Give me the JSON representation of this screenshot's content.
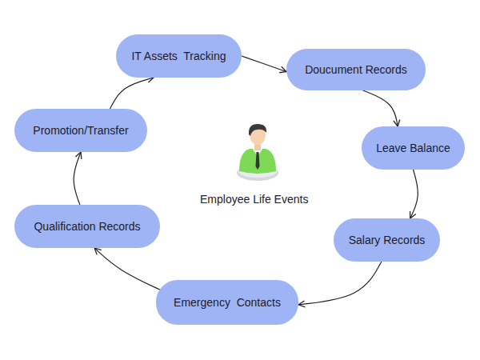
{
  "diagram": {
    "nodes": [
      {
        "text": [
          "IT Assets  Tracking"
        ]
      },
      {
        "text": [
          "Doucument Records"
        ]
      },
      {
        "text": [
          "Leave Balance"
        ]
      },
      {
        "text": [
          "Salary Records"
        ]
      },
      {
        "text": [
          "Emergency  Contacts"
        ]
      },
      {
        "text": [
          "Qualification Records"
        ]
      },
      {
        "text": [
          "Promotion/Transfer"
        ]
      }
    ],
    "edges": [
      {
        "from": 0,
        "to": 1,
        "arrow": "to"
      },
      {
        "from": 1,
        "to": 2,
        "arrow": "to"
      },
      {
        "from": 2,
        "to": 3,
        "arrow": "to"
      },
      {
        "from": 3,
        "to": 4,
        "arrow": "to"
      },
      {
        "from": 4,
        "to": 5,
        "arrow": "to"
      },
      {
        "from": 5,
        "to": 6,
        "arrow": "to"
      },
      {
        "from": 6,
        "to": 0,
        "arrow": "to"
      }
    ],
    "labels": [
      "Employee Life Events"
    ]
  }
}
